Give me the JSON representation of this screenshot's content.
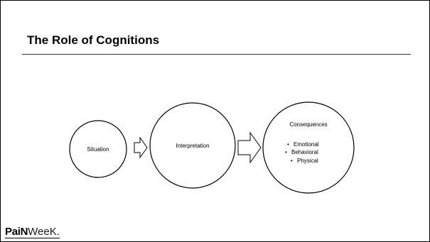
{
  "slide": {
    "title": "The Role of Cognitions"
  },
  "diagram": {
    "nodes": [
      {
        "label": "Situation"
      },
      {
        "label": "Interpretation"
      },
      {
        "label": "Consequences",
        "bullets": [
          "Emotional",
          "Behavioral",
          "Physical"
        ]
      }
    ],
    "arrow_style": "hollow-block-arrow",
    "bullet_glyph": "•"
  },
  "logo": {
    "part1": "PaiN",
    "part2": "WeeK."
  },
  "colors": {
    "background": "#ffffff",
    "foreground": "#000000"
  }
}
